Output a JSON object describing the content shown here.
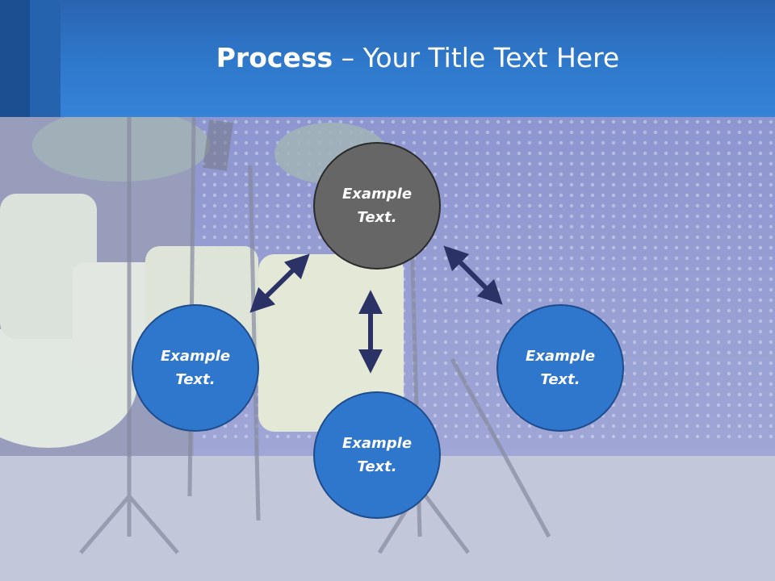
{
  "slide": {
    "title_bold": "Process",
    "title_rest": " – Your Title Text Here"
  },
  "diagram": {
    "nodes": [
      {
        "id": "top",
        "line1": "Example",
        "line2": "Text.",
        "color": "#666666"
      },
      {
        "id": "left",
        "line1": "Example",
        "line2": "Text.",
        "color": "#2f76cd"
      },
      {
        "id": "bottom",
        "line1": "Example",
        "line2": "Text.",
        "color": "#2f76cd"
      },
      {
        "id": "right",
        "line1": "Example",
        "line2": "Text.",
        "color": "#2f76cd"
      }
    ],
    "arrow_color": "#2b3366",
    "edges": [
      {
        "from": "top",
        "to": "left",
        "bidirectional": true
      },
      {
        "from": "top",
        "to": "bottom",
        "bidirectional": true
      },
      {
        "from": "top",
        "to": "right",
        "bidirectional": true
      }
    ]
  },
  "theme": {
    "header_color": "#2f79cc",
    "accent_dark": "#1a4f92"
  },
  "background_icon": "drum-kit-stage-photo"
}
